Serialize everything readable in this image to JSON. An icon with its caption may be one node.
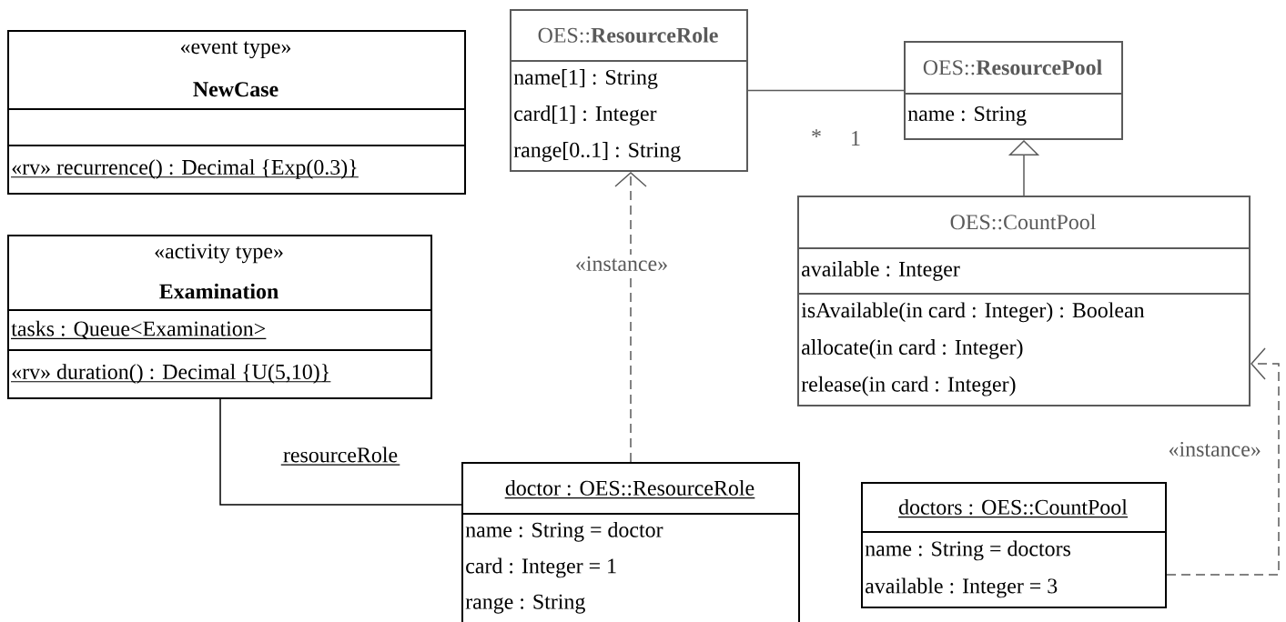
{
  "diagram": {
    "nodes": [
      {
        "text": [
          "«event type»",
          "NewCase",
          "«rv» recurrence() : Decimal {Exp(0.3)}"
        ]
      },
      {
        "text": [
          "«activity type»",
          "Examination",
          "tasks : Queue<Examination>",
          "«rv» duration() : Decimal {U(5,10)}"
        ]
      },
      {
        "text": [
          "OES::**ResourceRole**",
          "name[1] : String",
          "card[1] : Integer",
          "range[0..1] : String"
        ]
      },
      {
        "text": [
          "OES::**ResourcePool**",
          "name : String"
        ]
      },
      {
        "text": [
          "OES::CountPool",
          "available : Integer",
          "isAvailable(in card : Integer) : Boolean",
          "allocate(in card : Integer)",
          "release(in card : Integer)"
        ]
      },
      {
        "text": [
          "doctor : OES::ResourceRole",
          "name : String = doctor",
          "card : Integer = 1",
          "range : String"
        ]
      },
      {
        "text": [
          "doctors : OES::CountPool",
          "name : String = doctors",
          "available : Integer = 3"
        ]
      }
    ],
    "edges": [
      {
        "from": 2,
        "to": 3,
        "arrow": "none"
      },
      {
        "from": 4,
        "to": 3,
        "arrow": "to"
      },
      {
        "from": 5,
        "to": 2,
        "arrow": "to",
        "style": "dashed",
        "label": "«instance»"
      },
      {
        "from": 6,
        "to": 4,
        "arrow": "to",
        "style": "dashed",
        "label": "«instance»"
      },
      {
        "from": 1,
        "to": 5,
        "arrow": "none",
        "label": "resourceRole",
        "color": "#000000"
      }
    ],
    "labels": [
      "*",
      "1"
    ]
  }
}
